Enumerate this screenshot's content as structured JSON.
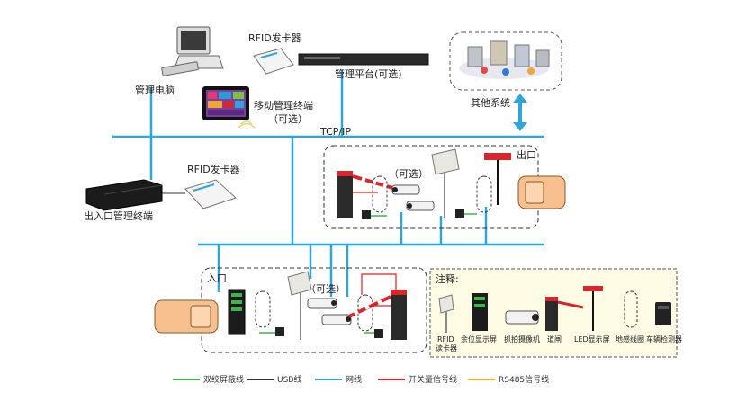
{
  "labels": {
    "admin_pc": "管理电脑",
    "rfid_issuer_top": "RFID发卡器",
    "mgmt_platform": "管理平台(可选)",
    "mobile_terminal_line1": "移动管理终端",
    "mobile_terminal_line2": "（可选）",
    "other_systems": "其他系统",
    "tcpip": "TCP/IP",
    "rfid_issuer_mid": "RFID发卡器",
    "gate_terminal": "出入口管理终端",
    "exit": "出口",
    "optional_exit": "（可选）",
    "entrance": "入口",
    "optional_entrance": "（可选）"
  },
  "notes": {
    "title": "注释:",
    "items": [
      {
        "line1": "RFID",
        "line2": "读卡器"
      },
      {
        "line1": "余位显示屏",
        "line2": ""
      },
      {
        "line1": "抓拍摄像机",
        "line2": ""
      },
      {
        "line1": "道闸",
        "line2": ""
      },
      {
        "line1": "LED显示屏",
        "line2": ""
      },
      {
        "line1": "地感线圈",
        "line2": ""
      },
      {
        "line1": "车辆检测器",
        "line2": ""
      }
    ]
  },
  "legend": [
    {
      "label": "双绞屏蔽线",
      "color": "#3cb54a"
    },
    {
      "label": "USB线",
      "color": "#333333"
    },
    {
      "label": "网线",
      "color": "#2ea6dc"
    },
    {
      "label": "开关量信号线",
      "color": "#e02020"
    },
    {
      "label": "RS485信号线",
      "color": "#f2a531"
    }
  ],
  "colors": {
    "network": "#2ea6dc",
    "car": "#f8c08f",
    "barrier": "#d9262c",
    "notes_bg": "#fdfbe3"
  }
}
